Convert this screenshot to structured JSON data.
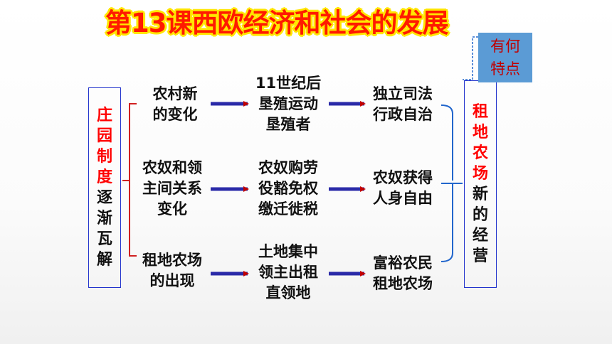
{
  "title": "第13课西欧经济和社会的发展",
  "left_box": {
    "red_chars": [
      "庄",
      "园",
      "制",
      "度"
    ],
    "black_chars": [
      "逐",
      "渐",
      "瓦",
      "解"
    ]
  },
  "rows": [
    {
      "change": [
        "农村新",
        "的变化"
      ],
      "cause": [
        "11世纪后",
        "垦殖运动",
        "垦殖者"
      ],
      "result": [
        "独立司法",
        "行政自治"
      ]
    },
    {
      "change": [
        "农奴和领",
        "主间关系",
        "变化"
      ],
      "cause": [
        "农奴购劳",
        "役豁免权",
        "缴迁徙税"
      ],
      "result": [
        "农奴获得",
        "人身自由"
      ]
    },
    {
      "change": [
        "租地农场",
        "的出现"
      ],
      "cause": [
        "土地集中",
        "领主出租",
        "直领地"
      ],
      "result": [
        "富裕农民",
        "租地农场"
      ]
    }
  ],
  "right_box": {
    "red_chars": [
      "租",
      "地",
      "农",
      "场"
    ],
    "black_chars": [
      "新",
      "的",
      "经",
      "营"
    ]
  },
  "note": {
    "lines": [
      "有何",
      "特点"
    ]
  },
  "colors": {
    "title": "#ff1a00",
    "title_outline": "#ffe600",
    "arrow": "#c00000",
    "box_border": "#2233cc",
    "note_bg": "#5b9bd5",
    "note_text": "#c00000"
  }
}
